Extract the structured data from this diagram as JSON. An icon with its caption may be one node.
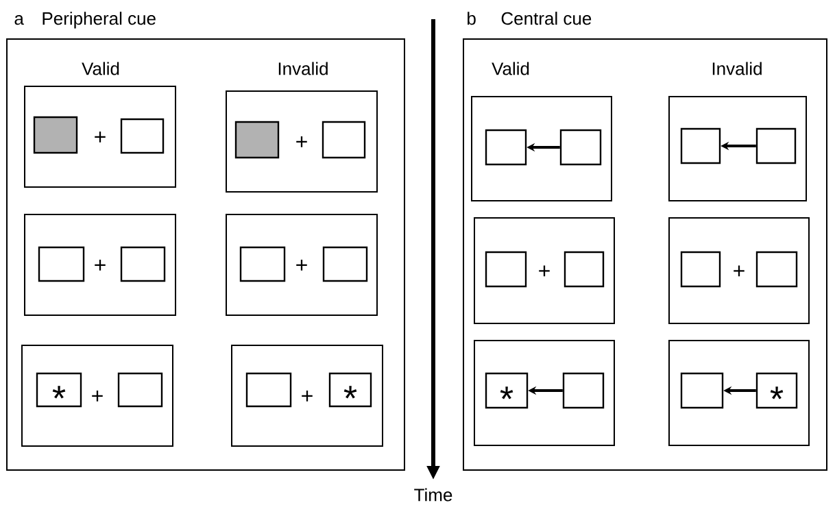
{
  "diagram": {
    "nodes": [
      {
        "text": [
          "a",
          "Peripheral cue"
        ]
      },
      {
        "text": [
          "+"
        ],
        "in": 0
      },
      {
        "text": [],
        "shape": "box",
        "in": 1
      },
      {
        "text": [],
        "shape": "box",
        "in": 1
      },
      {
        "text": [
          "+"
        ],
        "in": 0
      },
      {
        "text": [],
        "shape": "box",
        "in": 4
      },
      {
        "text": [],
        "shape": "box",
        "in": 4
      },
      {
        "text": [
          "+"
        ],
        "in": 0
      },
      {
        "text": [],
        "shape": "box",
        "in": 7
      },
      {
        "text": [],
        "shape": "box",
        "in": 7
      },
      {
        "text": [
          "+"
        ],
        "in": 0
      },
      {
        "text": [],
        "shape": "box",
        "in": 10
      },
      {
        "text": [],
        "shape": "box",
        "in": 10
      },
      {
        "text": [
          "+"
        ],
        "in": 0
      },
      {
        "text": [
          "*"
        ],
        "in": 13
      },
      {
        "text": [],
        "shape": "box",
        "in": 13
      },
      {
        "text": [
          "+"
        ],
        "in": 0
      },
      {
        "text": [],
        "shape": "box",
        "in": 16
      },
      {
        "text": [
          "*"
        ],
        "in": 16
      },
      {
        "text": [
          "b",
          "Central cue"
        ]
      },
      {
        "text": [],
        "shape": "box",
        "in": 19
      },
      {
        "text": [],
        "shape": "box",
        "in": 20
      },
      {
        "text": [],
        "shape": "box",
        "in": 20
      },
      {
        "text": [],
        "shape": "box",
        "in": 19
      },
      {
        "text": [],
        "shape": "box",
        "in": 23
      },
      {
        "text": [],
        "shape": "box",
        "in": 23
      },
      {
        "text": [
          "+"
        ],
        "in": 19
      },
      {
        "text": [],
        "shape": "box",
        "in": 26
      },
      {
        "text": [],
        "shape": "box",
        "in": 26
      },
      {
        "text": [
          "+"
        ],
        "in": 19
      },
      {
        "text": [],
        "shape": "box",
        "in": 29
      },
      {
        "text": [],
        "shape": "box",
        "in": 29
      },
      {
        "text": [],
        "shape": "box",
        "in": 19
      },
      {
        "text": [
          "*"
        ],
        "in": 32
      },
      {
        "text": [],
        "shape": "box",
        "in": 32
      },
      {
        "text": [],
        "shape": "box",
        "in": 19
      },
      {
        "text": [],
        "shape": "box",
        "in": 35
      },
      {
        "text": [
          "*"
        ],
        "in": 35
      }
    ],
    "edges": [
      {
        "from": 22,
        "to": 21,
        "arrow": "to"
      },
      {
        "from": 25,
        "to": 24,
        "arrow": "to"
      },
      {
        "from": 34,
        "to": 33,
        "arrow": "to"
      },
      {
        "from": 37,
        "to": 36,
        "arrow": "to"
      }
    ],
    "labels": [
      "Valid",
      "Invalid",
      "Valid",
      "Invalid",
      "Time"
    ]
  }
}
